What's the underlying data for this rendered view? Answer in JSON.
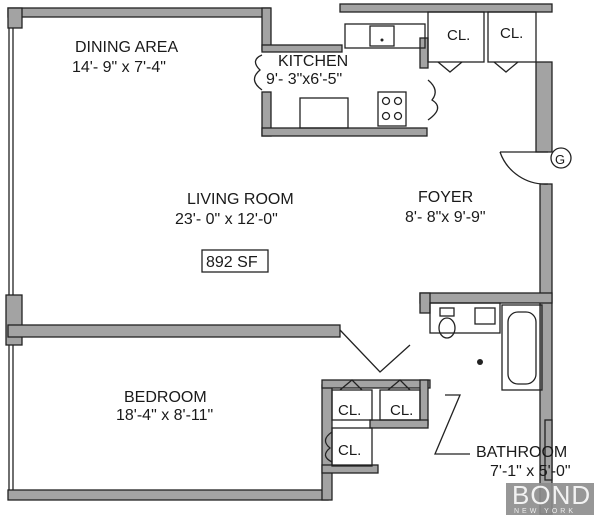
{
  "rooms": {
    "dining": {
      "name": "DINING AREA",
      "size": "14'- 9\" x 7'-4\""
    },
    "kitchen": {
      "name": "KITCHEN",
      "size": "9'- 3\"x6'-5\""
    },
    "living": {
      "name": "LIVING ROOM",
      "size": "23'- 0\" x 12'-0\""
    },
    "foyer": {
      "name": "FOYER",
      "size": "8'- 8\"x 9'-9\""
    },
    "bedroom": {
      "name": "BEDROOM",
      "size": "18'-4\" x 8'-11\""
    },
    "bathroom": {
      "name": "BATHROOM",
      "size": "7'-1\" x 5'-0\""
    },
    "closet_label": "CL."
  },
  "area": "892 SF",
  "entry_marker": "G",
  "logo": {
    "name": "BOND",
    "sub": "NEW YORK"
  },
  "colors": {
    "wall": "#a3a3a3",
    "logo_bg": "#8c8c8c"
  }
}
